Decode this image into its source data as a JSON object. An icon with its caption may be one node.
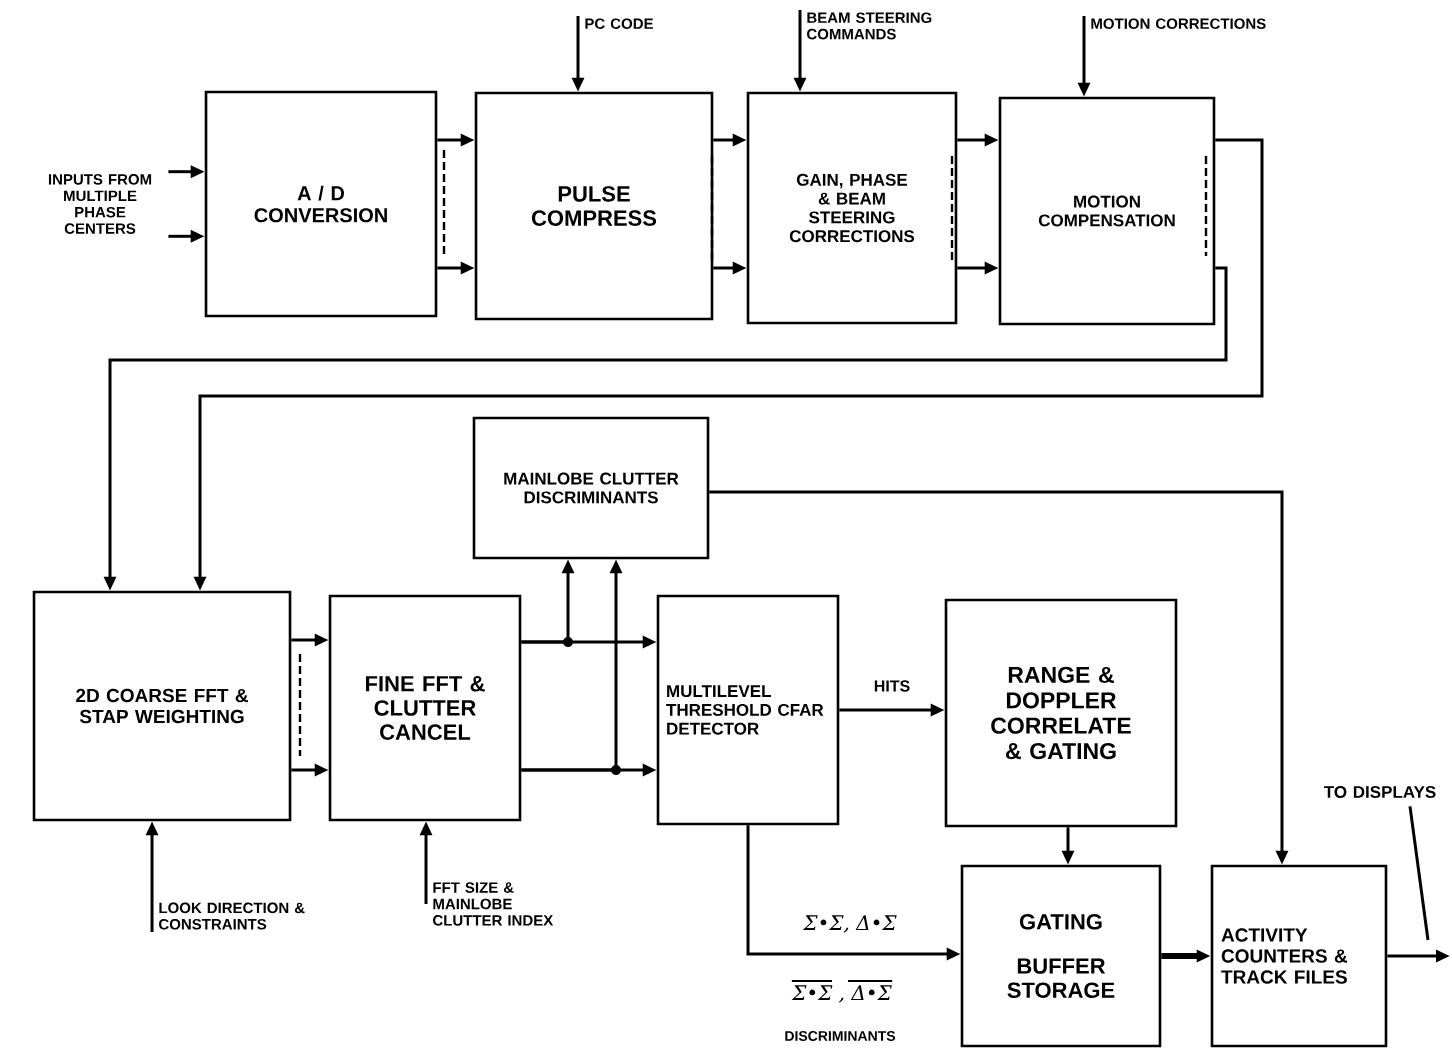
{
  "diagram": {
    "nodes": [
      {
        "text": [
          "A / D CONVERSION"
        ]
      },
      {
        "text": [
          "PULSE COMPRESS"
        ]
      },
      {
        "text": [
          "GAIN, PHASE & BEAM STEERING CORRECTIONS"
        ]
      },
      {
        "text": [
          "MOTION COMPENSATION"
        ]
      },
      {
        "text": [
          "2D COARSE FFT & STAP WEIGHTING"
        ]
      },
      {
        "text": [
          "FINE FFT & CLUTTER CANCEL"
        ]
      },
      {
        "text": [
          "MAINLOBE CLUTTER DISCRIMINANTS"
        ]
      },
      {
        "text": [
          "MULTILEVEL THRESHOLD CFAR DETECTOR"
        ]
      },
      {
        "text": [
          "RANGE & DOPPLER CORRELATE & GATING"
        ]
      },
      {
        "text": [
          "GATING",
          "BUFFER STORAGE"
        ]
      },
      {
        "text": [
          "ACTIVITY COUNTERS & TRACK FILES"
        ]
      },
      {
        "text": [
          "INPUTS FROM MULTIPLE PHASE CENTERS"
        ]
      },
      {
        "text": [
          "PC CODE"
        ]
      },
      {
        "text": [
          "BEAM STEERING COMMANDS"
        ]
      },
      {
        "text": [
          "MOTION CORRECTIONS"
        ]
      },
      {
        "text": [
          "LOOK DIRECTION & CONSTRAINTS"
        ]
      },
      {
        "text": [
          "FFT SIZE & MAINLOBE CLUTTER INDEX"
        ]
      },
      {
        "text": [
          "TO DISPLAYS"
        ]
      }
    ],
    "edges": [
      {
        "from": 11,
        "to": 0,
        "arrow": "to"
      },
      {
        "from": 11,
        "to": 0,
        "arrow": "to"
      },
      {
        "from": 0,
        "to": 1,
        "arrow": "to"
      },
      {
        "from": 0,
        "to": 1,
        "arrow": "to"
      },
      {
        "from": 1,
        "to": 2,
        "arrow": "to"
      },
      {
        "from": 1,
        "to": 2,
        "arrow": "to"
      },
      {
        "from": 2,
        "to": 3,
        "arrow": "to"
      },
      {
        "from": 2,
        "to": 3,
        "arrow": "to"
      },
      {
        "from": 3,
        "to": 4,
        "arrow": "to"
      },
      {
        "from": 3,
        "to": 4,
        "arrow": "to"
      },
      {
        "from": 12,
        "to": 1,
        "arrow": "to"
      },
      {
        "from": 13,
        "to": 2,
        "arrow": "to"
      },
      {
        "from": 14,
        "to": 3,
        "arrow": "to"
      },
      {
        "from": 15,
        "to": 4,
        "arrow": "to"
      },
      {
        "from": 16,
        "to": 5,
        "arrow": "to"
      },
      {
        "from": 4,
        "to": 5,
        "arrow": "to"
      },
      {
        "from": 4,
        "to": 5,
        "arrow": "to"
      },
      {
        "from": 5,
        "to": 7,
        "arrow": "to"
      },
      {
        "from": 5,
        "to": 7,
        "arrow": "to"
      },
      {
        "from": 5,
        "to": 6,
        "arrow": "to"
      },
      {
        "from": 5,
        "to": 6,
        "arrow": "to"
      },
      {
        "from": 7,
        "to": 8,
        "arrow": "to",
        "label": "HITS"
      },
      {
        "from": 7,
        "to": 9,
        "arrow": "to",
        "label": "Σ•Σ, Δ•Σ"
      },
      {
        "from": 8,
        "to": 9,
        "arrow": "to"
      },
      {
        "from": 9,
        "to": 10,
        "arrow": "to",
        "style": "thick"
      },
      {
        "from": 6,
        "to": 10,
        "arrow": "to"
      },
      {
        "from": 10,
        "to": null,
        "arrow": "to"
      },
      {
        "from": 17,
        "to": null,
        "arrow": "none"
      }
    ],
    "labels": [
      "Σ•Σ , Δ•Σ",
      "DISCRIMINANTS"
    ]
  }
}
